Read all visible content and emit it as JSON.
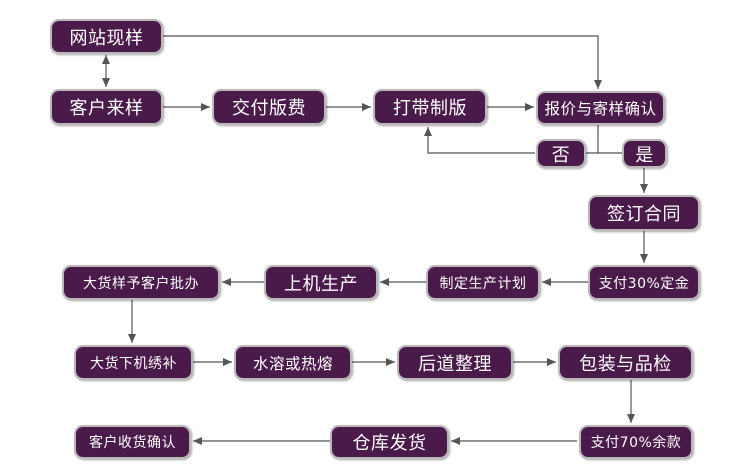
{
  "nodes": {
    "website_sample": "网站现样",
    "customer_sample": "客户来样",
    "pay_plate_fee": "交付版费",
    "make_plate": "打带制版",
    "quote_confirm": "报价与寄样确认",
    "no": "否",
    "yes": "是",
    "sign_contract": "签订合同",
    "deposit": "支付30%定金",
    "production_plan": "制定生产计划",
    "machine_production": "上机生产",
    "bulk_approval": "大货样予客户批办",
    "bulk_embroidery": "大货下机绣补",
    "water_soluble": "水溶或热熔",
    "finishing": "后道整理",
    "packing_inspection": "包装与品检",
    "balance_payment": "支付70%余款",
    "warehouse_shipping": "仓库发货",
    "receipt_confirm": "客户收货确认"
  },
  "colors": {
    "node_fill": "#4a1a4a",
    "node_border": "#b9b9b9",
    "node_text": "#ffffff",
    "arrow": "#555555"
  }
}
